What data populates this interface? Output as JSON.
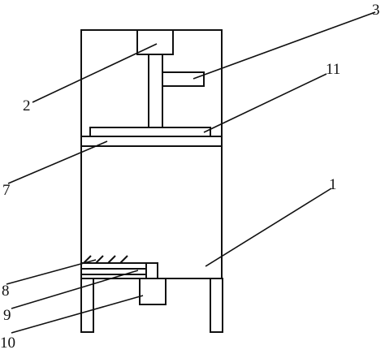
{
  "labels": {
    "l1": "1",
    "l2": "2",
    "l3": "3",
    "l7": "7",
    "l8": "8",
    "l9": "9",
    "l10": "10",
    "l11": "11"
  }
}
